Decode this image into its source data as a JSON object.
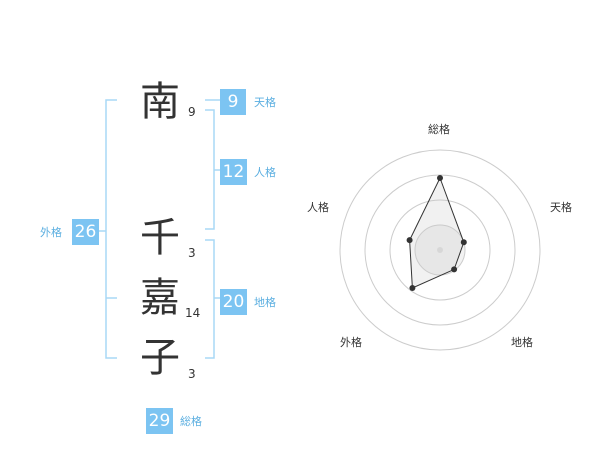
{
  "name": {
    "characters": [
      {
        "char": "南",
        "strokes": "9"
      },
      {
        "char": "千",
        "strokes": "3"
      },
      {
        "char": "嘉",
        "strokes": "14"
      },
      {
        "char": "子",
        "strokes": "3"
      }
    ]
  },
  "kakusu": {
    "tenkaku": {
      "value": "9",
      "label": "天格"
    },
    "jinkaku": {
      "value": "12",
      "label": "人格"
    },
    "chikaku": {
      "value": "20",
      "label": "地格"
    },
    "gaikaku": {
      "value": "26",
      "label": "外格"
    },
    "soukaku": {
      "value": "29",
      "label": "総格"
    }
  },
  "colors": {
    "accent": "#7cc4f2",
    "bracket": "#a9d8f5",
    "text": "#333333",
    "ring": "#cccccc"
  },
  "chart_data": {
    "type": "radar",
    "axes": [
      "総格",
      "天格",
      "地格",
      "外格",
      "人格"
    ],
    "values": [
      0.72,
      0.25,
      0.24,
      0.47,
      0.32
    ],
    "range": [
      0,
      1
    ],
    "rings": 4
  }
}
